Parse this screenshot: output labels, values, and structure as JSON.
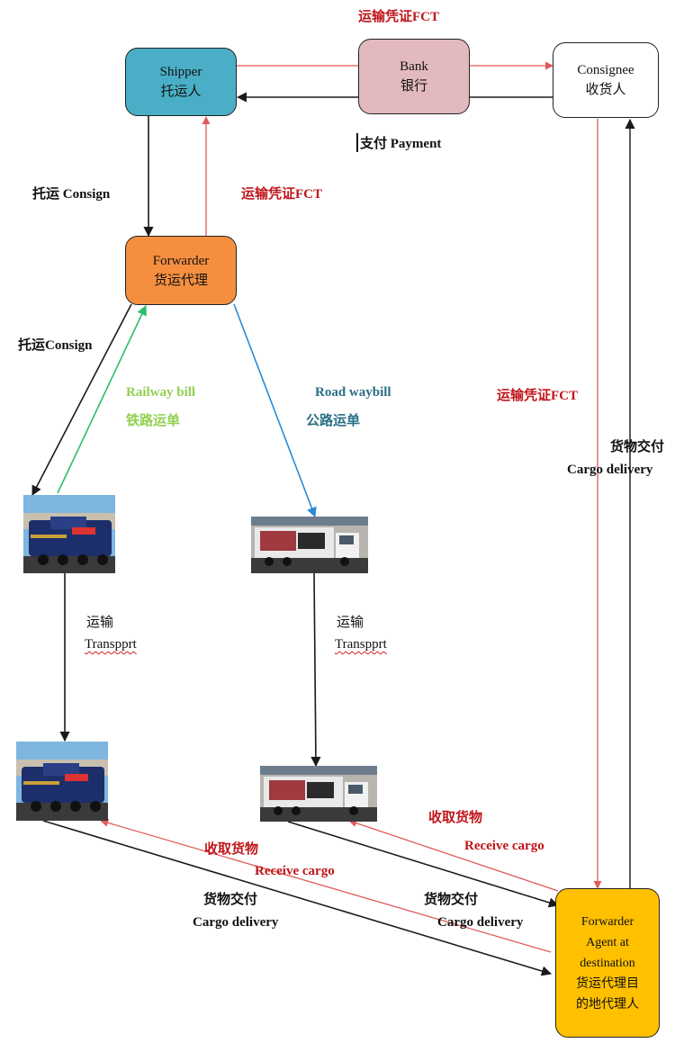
{
  "nodes": {
    "shipper": {
      "en": "Shipper",
      "zh": "托运人"
    },
    "bank": {
      "en": "Bank",
      "zh": "银行"
    },
    "consignee": {
      "en": "Consignee",
      "zh": "收货人"
    },
    "forwarder": {
      "en": "Forwarder",
      "zh": "货运代理"
    },
    "destination_agent": {
      "line1": "Forwarder",
      "line2": "Agent at",
      "line3": "destination",
      "line4": "货运代理目",
      "line5": "的地代理人"
    }
  },
  "labels": {
    "fct_top": "运输凭证FCT",
    "payment": "支付 Payment",
    "consign_1": "托运 Consign",
    "fct_mid": "运输凭证FCT",
    "consign_2": "托运Consign",
    "railway_bill_en": "Railway bill",
    "railway_bill_zh": "铁路运单",
    "road_waybill_en": "Road waybill",
    "road_waybill_zh": "公路运单",
    "fct_right": "运输凭证FCT",
    "cargo_delivery_right_zh": "货物交付",
    "cargo_delivery_right_en": "Cargo delivery",
    "transport_left_zh": "运输",
    "transport_left_en": "Transpprt",
    "transport_mid_zh": "运输",
    "transport_mid_en": "Transpprt",
    "receive_truck_zh": "收取货物",
    "receive_truck_en": "Receive cargo",
    "receive_train_zh": "收取货物",
    "receive_train_en": "Receive cargo",
    "delivery_left_zh": "货物交付",
    "delivery_left_en": "Cargo delivery",
    "delivery_mid_zh": "货物交付",
    "delivery_mid_en": "Cargo delivery"
  },
  "images": {
    "train_top": "locomotive-photo",
    "truck_top": "truck-photo",
    "train_bottom": "locomotive-photo",
    "truck_bottom": "truck-photo"
  },
  "colors": {
    "shipper_fill": "#4aafc6",
    "bank_fill": "#e2b9bd",
    "forwarder_fill": "#f58f3f",
    "agent_fill": "#ffc000",
    "red_text": "#c0161b",
    "green_text": "#92d050",
    "teal_text": "#2a6f86",
    "red_line": "#e05a5a",
    "green_line": "#2bbf6a",
    "blue_line": "#2a8ad4"
  }
}
